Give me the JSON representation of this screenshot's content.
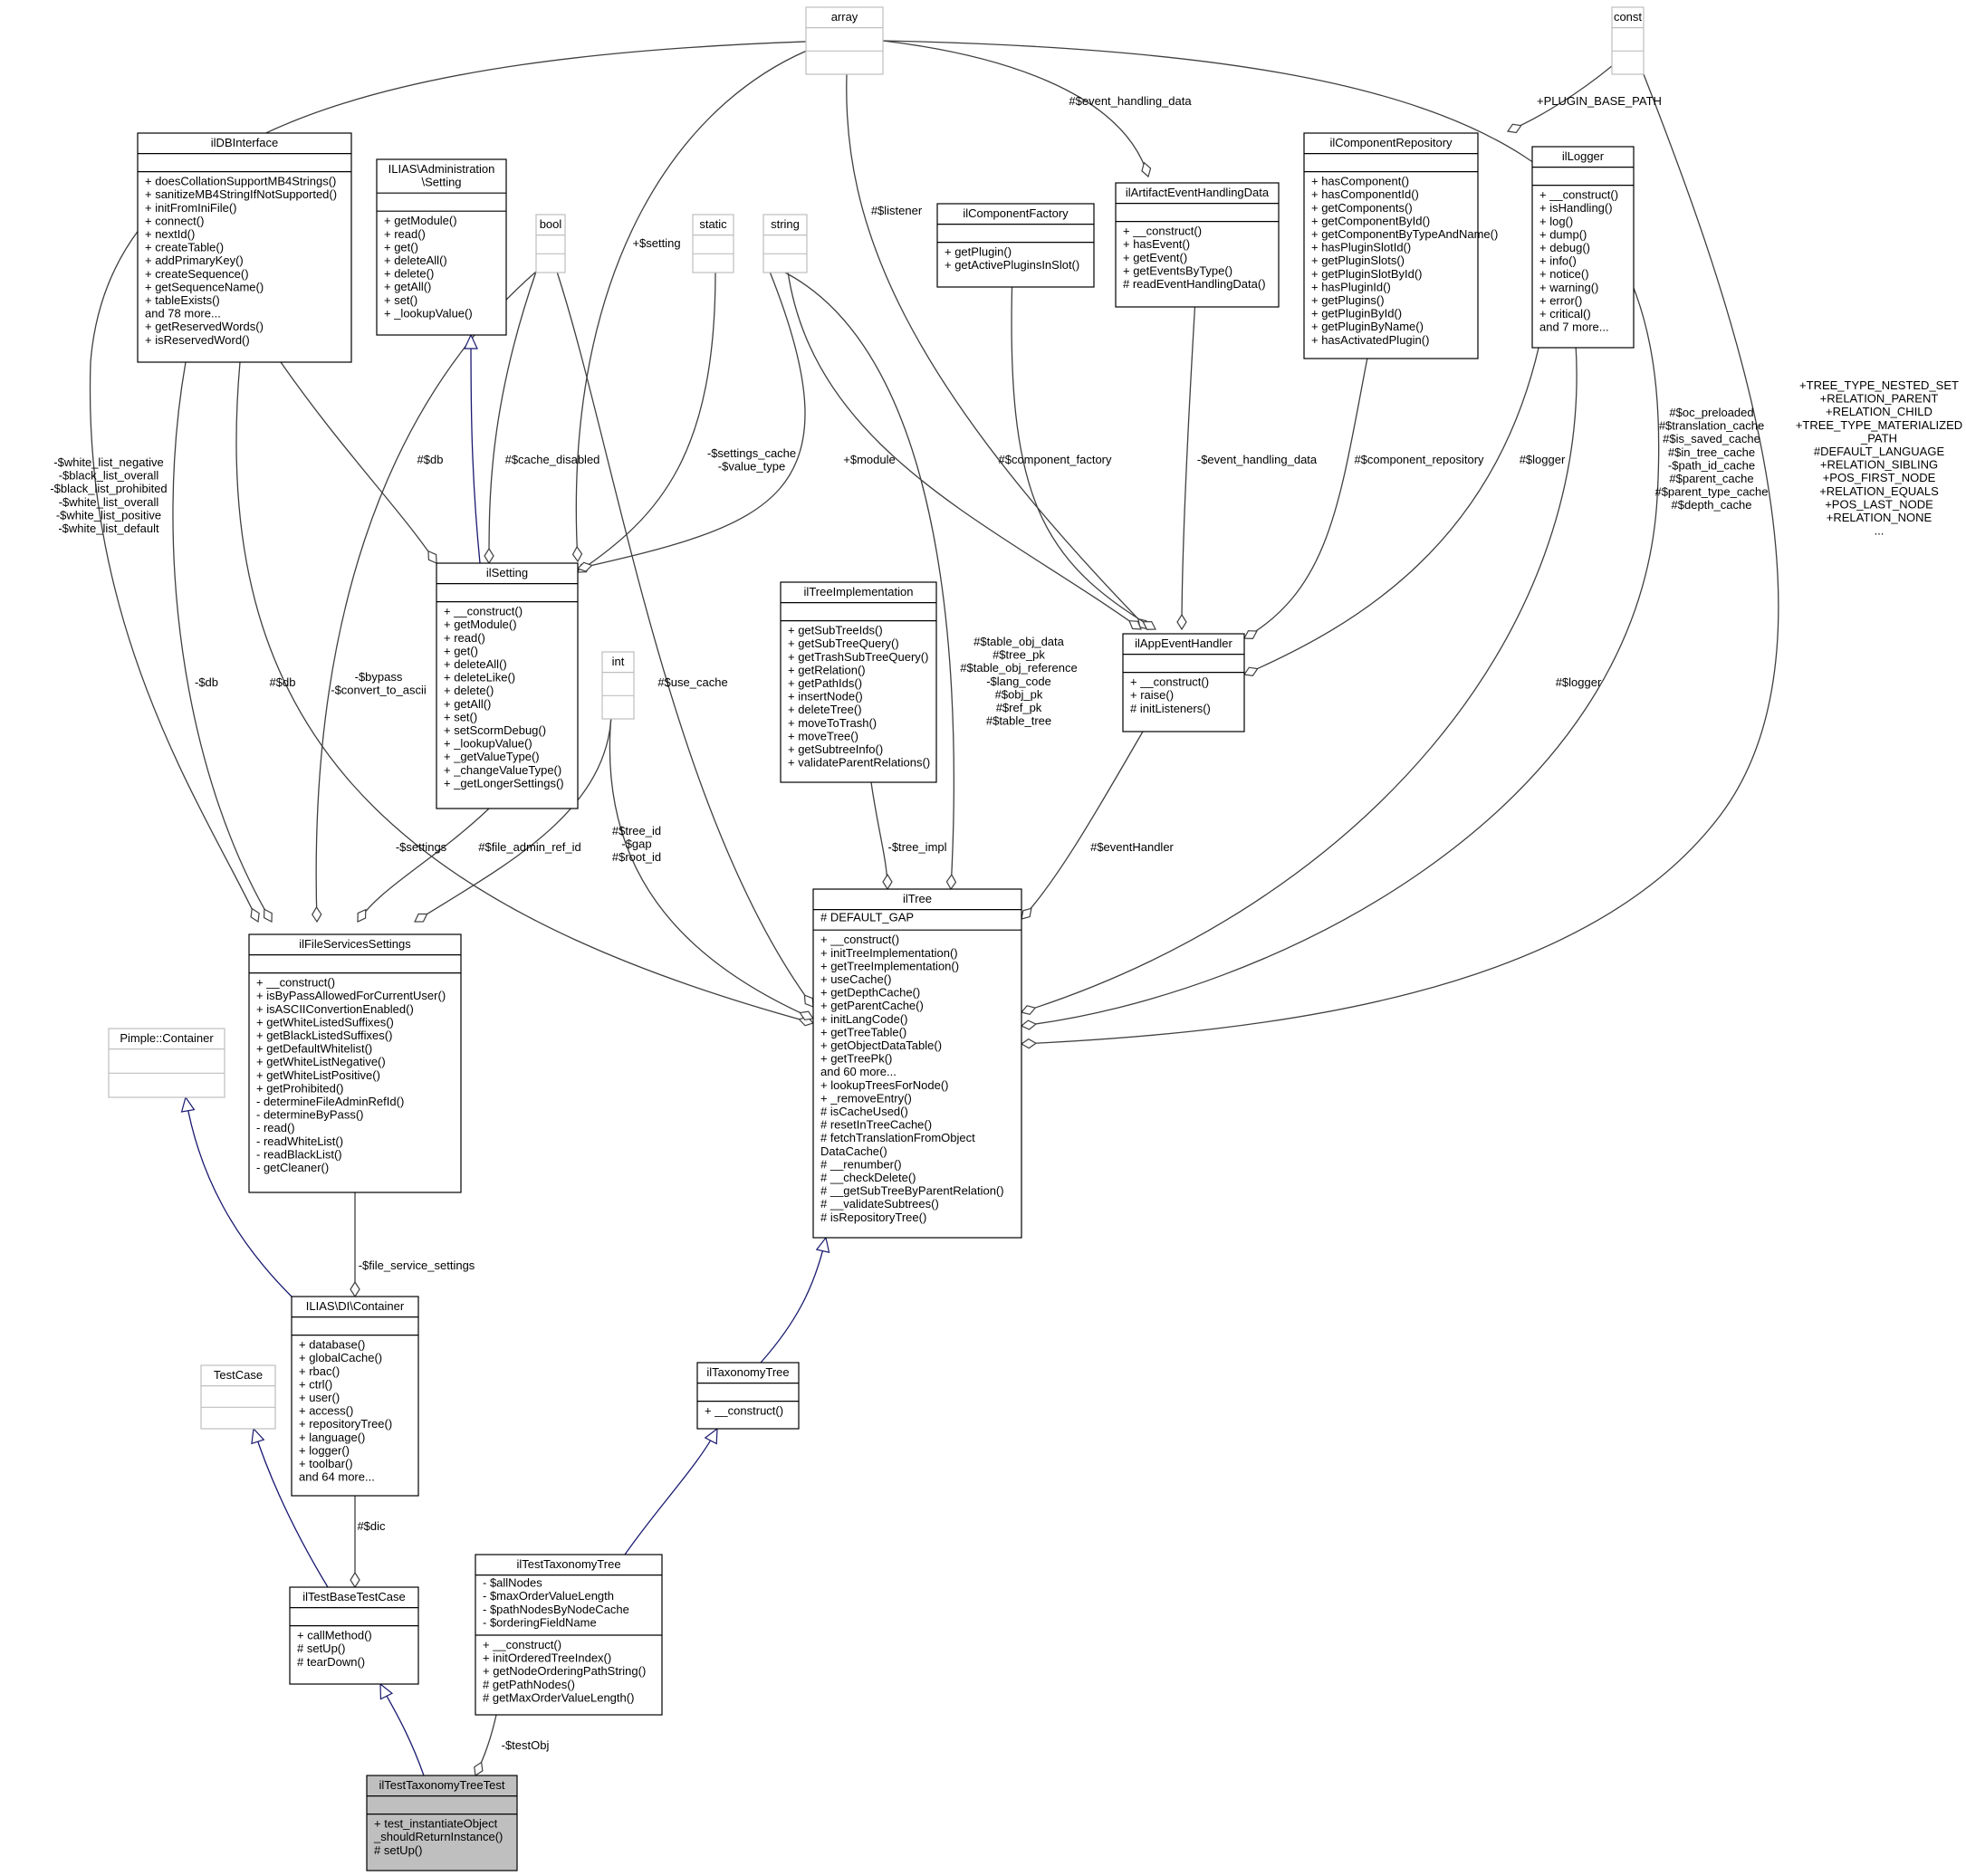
{
  "classes": [
    {
      "id": "array",
      "name": "array",
      "sections": [
        [],
        []
      ],
      "style": "external"
    },
    {
      "id": "const",
      "name": "const",
      "sections": [
        [],
        []
      ],
      "style": "external"
    },
    {
      "id": "ildbinterface",
      "name": "ilDBInterface",
      "sections": [
        [],
        [
          "+ doesCollationSupportMB4Strings()",
          "+ sanitizeMB4StringIfNotSupported()",
          "+ initFromIniFile()",
          "+ connect()",
          "+ nextId()",
          "+ createTable()",
          "+ addPrimaryKey()",
          "+ createSequence()",
          "+ getSequenceName()",
          "+ tableExists()",
          "and 78 more...",
          "+ getReservedWords()",
          "+ isReservedWord()"
        ]
      ],
      "style": "normal"
    },
    {
      "id": "iliassetting",
      "name": "ILIAS\\Administration\n\\Setting",
      "sections": [
        [],
        [
          "+ getModule()",
          "+ read()",
          "+ get()",
          "+ deleteAll()",
          "+ delete()",
          "+ getAll()",
          "+ set()",
          "+ _lookupValue()"
        ]
      ],
      "style": "normal"
    },
    {
      "id": "bool",
      "name": "bool",
      "sections": [
        [],
        []
      ],
      "style": "external"
    },
    {
      "id": "static",
      "name": "static",
      "sections": [
        [],
        []
      ],
      "style": "external"
    },
    {
      "id": "string",
      "name": "string",
      "sections": [
        [],
        []
      ],
      "style": "external"
    },
    {
      "id": "ilcomponentfactory",
      "name": "ilComponentFactory",
      "sections": [
        [],
        [
          "+ getPlugin()",
          "+ getActivePluginsInSlot()"
        ]
      ],
      "style": "normal"
    },
    {
      "id": "ilartifact",
      "name": "ilArtifactEventHandlingData",
      "sections": [
        [],
        [
          "+ __construct()",
          "+ hasEvent()",
          "+ getEvent()",
          "+ getEventsByType()",
          "# readEventHandlingData()"
        ]
      ],
      "style": "normal"
    },
    {
      "id": "ilcomponentrepo",
      "name": "ilComponentRepository",
      "sections": [
        [],
        [
          "+ hasComponent()",
          "+ hasComponentId()",
          "+ getComponents()",
          "+ getComponentById()",
          "+ getComponentByTypeAndName()",
          "+ hasPluginSlotId()",
          "+ getPluginSlots()",
          "+ getPluginSlotById()",
          "+ hasPluginId()",
          "+ getPlugins()",
          "+ getPluginById()",
          "+ getPluginByName()",
          "+ hasActivatedPlugin()"
        ]
      ],
      "style": "normal"
    },
    {
      "id": "illogger",
      "name": "ilLogger",
      "sections": [
        [],
        [
          "+ __construct()",
          "+ isHandling()",
          "+ log()",
          "+ dump()",
          "+ debug()",
          "+ info()",
          "+ notice()",
          "+ warning()",
          "+ error()",
          "+ critical()",
          "and 7 more..."
        ]
      ],
      "style": "normal"
    },
    {
      "id": "ilsetting",
      "name": "ilSetting",
      "sections": [
        [],
        [
          "+ __construct()",
          "+ getModule()",
          "+ read()",
          "+ get()",
          "+ deleteAll()",
          "+ deleteLike()",
          "+ delete()",
          "+ getAll()",
          "+ set()",
          "+ setScormDebug()",
          "+ _lookupValue()",
          "+ _getValueType()",
          "+ _changeValueType()",
          "+ _getLongerSettings()"
        ]
      ],
      "style": "normal"
    },
    {
      "id": "int",
      "name": "int",
      "sections": [
        [],
        []
      ],
      "style": "external"
    },
    {
      "id": "iltreeimpl",
      "name": "ilTreeImplementation",
      "sections": [
        [],
        [
          "+ getSubTreeIds()",
          "+ getSubTreeQuery()",
          "+ getTrashSubTreeQuery()",
          "+ getRelation()",
          "+ getPathIds()",
          "+ insertNode()",
          "+ deleteTree()",
          "+ moveToTrash()",
          "+ moveTree()",
          "+ getSubtreeInfo()",
          "+ validateParentRelations()"
        ]
      ],
      "style": "normal"
    },
    {
      "id": "ilappevent",
      "name": "ilAppEventHandler",
      "sections": [
        [],
        [
          "+ __construct()",
          "+ raise()",
          "# initListeners()"
        ]
      ],
      "style": "normal"
    },
    {
      "id": "ilfileservices",
      "name": "ilFileServicesSettings",
      "sections": [
        [],
        [
          "+ __construct()",
          "+ isByPassAllowedForCurrentUser()",
          "+ isASCIIConvertionEnabled()",
          "+ getWhiteListedSuffixes()",
          "+ getBlackListedSuffixes()",
          "+ getDefaultWhitelist()",
          "+ getWhiteListNegative()",
          "+ getWhiteListPositive()",
          "+ getProhibited()",
          "- determineFileAdminRefId()",
          "- determineByPass()",
          "- read()",
          "- readWhiteList()",
          "- readBlackList()",
          "- getCleaner()"
        ]
      ],
      "style": "normal"
    },
    {
      "id": "iltree",
      "name": "ilTree",
      "sections": [
        [
          "# DEFAULT_GAP"
        ],
        [
          "+ __construct()",
          "+ initTreeImplementation()",
          "+ getTreeImplementation()",
          "+ useCache()",
          "+ getDepthCache()",
          "+ getParentCache()",
          "+ initLangCode()",
          "+ getTreeTable()",
          "+ getObjectDataTable()",
          "+ getTreePk()",
          "and 60 more...",
          "+ lookupTreesForNode()",
          "+ _removeEntry()",
          "# isCacheUsed()",
          "# resetInTreeCache()",
          "# fetchTranslationFromObject",
          "DataCache()",
          "# __renumber()",
          "# __checkDelete()",
          "# __getSubTreeByParentRelation()",
          "# __validateSubtrees()",
          "# isRepositoryTree()"
        ]
      ],
      "style": "normal"
    },
    {
      "id": "pimple",
      "name": "Pimple::Container",
      "sections": [
        [],
        []
      ],
      "style": "external"
    },
    {
      "id": "diContainer",
      "name": "ILIAS\\DI\\Container",
      "sections": [
        [],
        [
          "+ database()",
          "+ globalCache()",
          "+ rbac()",
          "+ ctrl()",
          "+ user()",
          "+ access()",
          "+ repositoryTree()",
          "+ language()",
          "+ logger()",
          "+ toolbar()",
          "and 64 more..."
        ]
      ],
      "style": "normal"
    },
    {
      "id": "testcase",
      "name": "TestCase",
      "sections": [
        [],
        []
      ],
      "style": "external"
    },
    {
      "id": "iltaxonomytree",
      "name": "ilTaxonomyTree",
      "sections": [
        [],
        [
          "+ __construct()"
        ]
      ],
      "style": "normal"
    },
    {
      "id": "iltestbase",
      "name": "ilTestBaseTestCase",
      "sections": [
        [],
        [
          "+ callMethod()",
          "# setUp()",
          "# tearDown()"
        ]
      ],
      "style": "normal"
    },
    {
      "id": "iltesttaxtree",
      "name": "ilTestTaxonomyTree",
      "sections": [
        [
          "- $allNodes",
          "- $maxOrderValueLength",
          "- $pathNodesByNodeCache",
          "- $orderingFieldName"
        ],
        [
          "+ __construct()",
          "+ initOrderedTreeIndex()",
          "+ getNodeOrderingPathString()",
          "# getPathNodes()",
          "# getMaxOrderValueLength()"
        ]
      ],
      "style": "normal"
    },
    {
      "id": "iltesttaxtreetest",
      "name": "ilTestTaxonomyTreeTest",
      "sections": [
        [],
        [
          "+ test_instantiateObject",
          "_shouldReturnInstance()",
          "# setUp()"
        ]
      ],
      "style": "focus"
    }
  ],
  "edge_labels": [
    {
      "id": "lbl-white-list",
      "lines": [
        "-$white_list_negative",
        "-$black_list_overall",
        "-$black_list_prohibited",
        "-$white_list_overall",
        "-$white_list_positive",
        "-$white_list_default"
      ]
    },
    {
      "id": "lbl-setting",
      "lines": [
        "+$setting"
      ]
    },
    {
      "id": "lbl-event-handling-data",
      "lines": [
        "#$event_handling_data"
      ]
    },
    {
      "id": "lbl-plugin-base-path",
      "lines": [
        "+PLUGIN_BASE_PATH"
      ]
    },
    {
      "id": "lbl-listener",
      "lines": [
        "#$listener"
      ]
    },
    {
      "id": "lbl-db-setting",
      "lines": [
        "#$db"
      ]
    },
    {
      "id": "lbl-cache-disabled",
      "lines": [
        "#$cache_disabled"
      ]
    },
    {
      "id": "lbl-settings-cache",
      "lines": [
        "-$settings_cache",
        "-$value_type"
      ]
    },
    {
      "id": "lbl-module",
      "lines": [
        "+$module"
      ]
    },
    {
      "id": "lbl-component-factory",
      "lines": [
        "#$component_factory"
      ]
    },
    {
      "id": "lbl-event-handling-data2",
      "lines": [
        "-$event_handling_data"
      ]
    },
    {
      "id": "lbl-component-repository",
      "lines": [
        "#$component_repository"
      ]
    },
    {
      "id": "lbl-logger-app",
      "lines": [
        "#$logger"
      ]
    },
    {
      "id": "lbl-oc-preloaded",
      "lines": [
        "#$oc_preloaded",
        "#$translation_cache",
        "#$is_saved_cache",
        "#$in_tree_cache",
        "-$path_id_cache",
        "#$parent_cache",
        "#$parent_type_cache",
        "#$depth_cache"
      ]
    },
    {
      "id": "lbl-tree-consts",
      "lines": [
        "+TREE_TYPE_NESTED_SET",
        "+RELATION_PARENT",
        "+RELATION_CHILD",
        "+TREE_TYPE_MATERIALIZED",
        "_PATH",
        "#DEFAULT_LANGUAGE",
        "+RELATION_SIBLING",
        "+POS_FIRST_NODE",
        "+RELATION_EQUALS",
        "+POS_LAST_NODE",
        "+RELATION_NONE",
        "..."
      ]
    },
    {
      "id": "lbl-db-fss",
      "lines": [
        "-$db"
      ]
    },
    {
      "id": "lbl-db-tree",
      "lines": [
        "#$db"
      ]
    },
    {
      "id": "lbl-bypass",
      "lines": [
        "-$bypass",
        "-$convert_to_ascii"
      ]
    },
    {
      "id": "lbl-use-cache",
      "lines": [
        "#$use_cache"
      ]
    },
    {
      "id": "lbl-table-obj",
      "lines": [
        "#$table_obj_data",
        "#$tree_pk",
        "#$table_obj_reference",
        "-$lang_code",
        "#$obj_pk",
        "#$ref_pk",
        "#$table_tree"
      ]
    },
    {
      "id": "lbl-logger-tree",
      "lines": [
        "#$logger"
      ]
    },
    {
      "id": "lbl-settings",
      "lines": [
        "-$settings"
      ]
    },
    {
      "id": "lbl-file-admin",
      "lines": [
        "#$file_admin_ref_id"
      ]
    },
    {
      "id": "lbl-tree-id",
      "lines": [
        "#$tree_id",
        "-$gap",
        "#$root_id"
      ]
    },
    {
      "id": "lbl-tree-impl",
      "lines": [
        "-$tree_impl"
      ]
    },
    {
      "id": "lbl-event-handler",
      "lines": [
        "#$eventHandler"
      ]
    },
    {
      "id": "lbl-file-service-settings",
      "lines": [
        "-$file_service_settings"
      ]
    },
    {
      "id": "lbl-dic",
      "lines": [
        "#$dic"
      ]
    },
    {
      "id": "lbl-test-obj",
      "lines": [
        "-$testObj"
      ]
    }
  ],
  "colors": {
    "box_border": "#000000",
    "external_border": "#bfbfbf",
    "focus_fill": "#bfbfbf",
    "edge": "#404040",
    "inherit": "#191970"
  }
}
